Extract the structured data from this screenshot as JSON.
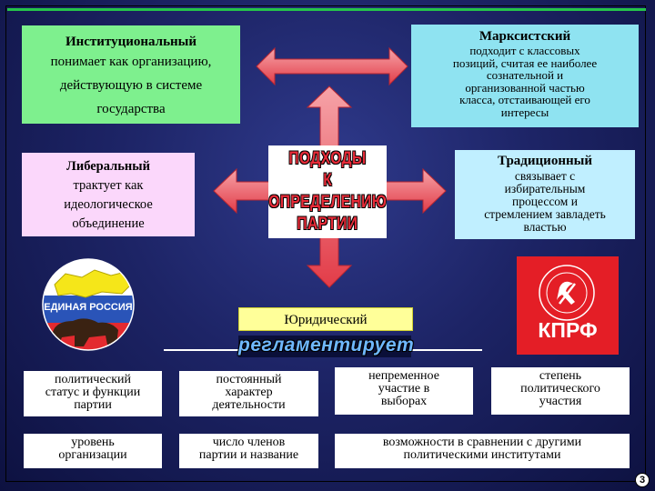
{
  "institutional": {
    "title": "Институциональный",
    "line2": "понимает как организацию,",
    "line3": "действующую в системе",
    "line4": "государства"
  },
  "marxist": {
    "title": "Марксистский",
    "line2": "подходит с классовых",
    "line3": "позиций, считая ее наиболее",
    "line4": "сознательной и",
    "line5": "организованной частью",
    "line6": "класса, отстаивающей его",
    "line7": "интересы"
  },
  "liberal": {
    "title": "Либеральный",
    "line2": "трактует как",
    "line3": "идеологическое",
    "line4": "объединение"
  },
  "traditional": {
    "title": "Традиционный",
    "line2": "связывает с",
    "line3": "избирательным",
    "line4": "процессом и",
    "line5": "стремлением завладеть",
    "line6": "властью"
  },
  "center": {
    "line1": "ПОДХОДЫ",
    "line2": "К ОПРЕДЕЛЕНИЮ",
    "line3": "ПАРТИИ"
  },
  "legal": {
    "title": "Юридический",
    "regulates": "регламентирует"
  },
  "items": {
    "c1": [
      "политический",
      "статус и функции",
      "партии"
    ],
    "c2": [
      "постоянный",
      "характер",
      "деятельности"
    ],
    "c3": [
      "непременное",
      "участие в",
      "выборах"
    ],
    "c4": [
      "степень",
      "политического",
      "участия"
    ],
    "c5": [
      "уровень",
      "организации"
    ],
    "c6": [
      "число членов",
      "партии и название"
    ],
    "c7": [
      "возможности в сравнении с другими",
      "политическими институтами"
    ]
  },
  "logos": {
    "united_russia": "ЕДИНАЯ РОССИЯ",
    "kprf": "КПРФ"
  },
  "page_number": "3",
  "colors": {
    "background": "#1d2466",
    "green_box": "#7ef08e",
    "cyan_box": "#8fe3f1",
    "pink_box": "#fbd7fb",
    "light_blue_box": "#c0efff",
    "yellow_box": "#ffff99",
    "arrow": "#e8555e",
    "center_text": "#e82c39",
    "kprf_red": "#e41e26"
  }
}
